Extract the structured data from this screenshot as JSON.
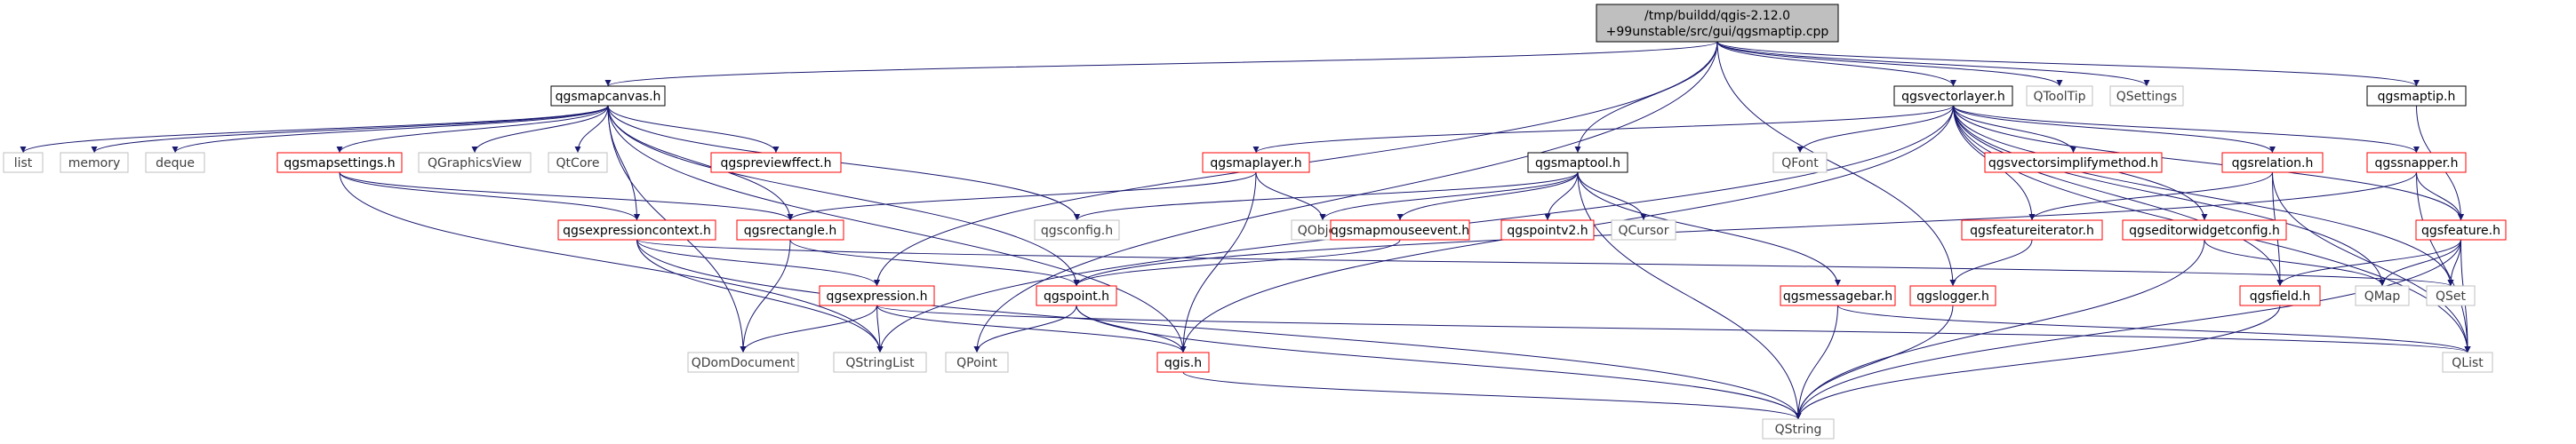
{
  "colors": {
    "root_fill": "#bfbfbf",
    "black_border": "#000000",
    "red_border": "#ff0000",
    "grey_border": "#bfbfbf",
    "grey_text": "#404040",
    "edge": "#191970"
  },
  "nodes": [
    {
      "id": "root",
      "lines": [
        "/tmp/buildd/qgis-2.12.0",
        "+99unstable/src/gui/qgsmaptip.cpp"
      ],
      "style": "root"
    },
    {
      "id": "qgsmapcanvas",
      "lines": [
        "qgsmapcanvas.h"
      ],
      "style": "black"
    },
    {
      "id": "qgsvectorlayer",
      "lines": [
        "qgsvectorlayer.h"
      ],
      "style": "black"
    },
    {
      "id": "qgsmaptip_h",
      "lines": [
        "qgsmaptip.h"
      ],
      "style": "black"
    },
    {
      "id": "qtooltip",
      "lines": [
        "QToolTip"
      ],
      "style": "grey"
    },
    {
      "id": "qsettings",
      "lines": [
        "QSettings"
      ],
      "style": "grey"
    },
    {
      "id": "list",
      "lines": [
        "list"
      ],
      "style": "grey"
    },
    {
      "id": "memory",
      "lines": [
        "memory"
      ],
      "style": "grey"
    },
    {
      "id": "deque",
      "lines": [
        "deque"
      ],
      "style": "grey"
    },
    {
      "id": "qgsmapsettings",
      "lines": [
        "qgsmapsettings.h"
      ],
      "style": "red"
    },
    {
      "id": "qgraphicsview",
      "lines": [
        "QGraphicsView"
      ],
      "style": "grey"
    },
    {
      "id": "qtcore",
      "lines": [
        "QtCore"
      ],
      "style": "grey"
    },
    {
      "id": "qgspreviewffect",
      "lines": [
        "qgspreviewffect.h"
      ],
      "style": "red"
    },
    {
      "id": "qgsmaplayer",
      "lines": [
        "qgsmaplayer.h"
      ],
      "style": "red"
    },
    {
      "id": "qgsmaptool",
      "lines": [
        "qgsmaptool.h"
      ],
      "style": "black"
    },
    {
      "id": "qfont",
      "lines": [
        "QFont"
      ],
      "style": "grey"
    },
    {
      "id": "qgsvectorsimplify",
      "lines": [
        "qgsvectorsimplifymethod.h"
      ],
      "style": "red"
    },
    {
      "id": "qgsrelation",
      "lines": [
        "qgsrelation.h"
      ],
      "style": "red"
    },
    {
      "id": "qgssnapper",
      "lines": [
        "qgssnapper.h"
      ],
      "style": "red"
    },
    {
      "id": "qgsexpressioncontext",
      "lines": [
        "qgsexpressioncontext.h"
      ],
      "style": "red"
    },
    {
      "id": "qgsrectangle",
      "lines": [
        "qgsrectangle.h"
      ],
      "style": "red"
    },
    {
      "id": "qgsconfig",
      "lines": [
        "qgsconfig.h"
      ],
      "style": "grey"
    },
    {
      "id": "qobject",
      "lines": [
        "QObject"
      ],
      "style": "grey"
    },
    {
      "id": "qgsmapmouseevent",
      "lines": [
        "qgsmapmouseevent.h"
      ],
      "style": "red"
    },
    {
      "id": "qgspointv2",
      "lines": [
        "qgspointv2.h"
      ],
      "style": "red"
    },
    {
      "id": "qcursor",
      "lines": [
        "QCursor"
      ],
      "style": "grey"
    },
    {
      "id": "qgsfeatureiterator",
      "lines": [
        "qgsfeatureiterator.h"
      ],
      "style": "red"
    },
    {
      "id": "qgseditorwidgetconfig",
      "lines": [
        "qgseditorwidgetconfig.h"
      ],
      "style": "red"
    },
    {
      "id": "qgsfeature",
      "lines": [
        "qgsfeature.h"
      ],
      "style": "red"
    },
    {
      "id": "qgsexpression",
      "lines": [
        "qgsexpression.h"
      ],
      "style": "red"
    },
    {
      "id": "qgspoint",
      "lines": [
        "qgspoint.h"
      ],
      "style": "red"
    },
    {
      "id": "qgsmessagebar",
      "lines": [
        "qgsmessagebar.h"
      ],
      "style": "red"
    },
    {
      "id": "qgslogger",
      "lines": [
        "qgslogger.h"
      ],
      "style": "red"
    },
    {
      "id": "qmap",
      "lines": [
        "QMap"
      ],
      "style": "grey"
    },
    {
      "id": "qset",
      "lines": [
        "QSet"
      ],
      "style": "grey"
    },
    {
      "id": "qgsfield",
      "lines": [
        "qgsfield.h"
      ],
      "style": "red"
    },
    {
      "id": "qdomdocument",
      "lines": [
        "QDomDocument"
      ],
      "style": "grey"
    },
    {
      "id": "qstringlist",
      "lines": [
        "QStringList"
      ],
      "style": "grey"
    },
    {
      "id": "qpoint",
      "lines": [
        "QPoint"
      ],
      "style": "grey"
    },
    {
      "id": "qgis",
      "lines": [
        "qgis.h"
      ],
      "style": "red"
    },
    {
      "id": "qlist",
      "lines": [
        "QList"
      ],
      "style": "grey"
    },
    {
      "id": "qstring",
      "lines": [
        "QString"
      ],
      "style": "grey"
    }
  ],
  "edges": [
    [
      "root",
      "qgsmapcanvas"
    ],
    [
      "root",
      "qgsvectorlayer"
    ],
    [
      "root",
      "qgsmaptip_h"
    ],
    [
      "root",
      "qtooltip"
    ],
    [
      "root",
      "qsettings"
    ],
    [
      "root",
      "qgsmaptool"
    ],
    [
      "root",
      "qgsexpression"
    ],
    [
      "root",
      "qgslogger"
    ],
    [
      "root",
      "qpoint"
    ],
    [
      "qgsmapcanvas",
      "list"
    ],
    [
      "qgsmapcanvas",
      "memory"
    ],
    [
      "qgsmapcanvas",
      "deque"
    ],
    [
      "qgsmapcanvas",
      "qgsmapsettings"
    ],
    [
      "qgsmapcanvas",
      "qgraphicsview"
    ],
    [
      "qgsmapcanvas",
      "qtcore"
    ],
    [
      "qgsmapcanvas",
      "qgspreviewffect"
    ],
    [
      "qgsmapcanvas",
      "qgsexpressioncontext"
    ],
    [
      "qgsmapcanvas",
      "qgsrectangle"
    ],
    [
      "qgsmapcanvas",
      "qgsconfig"
    ],
    [
      "qgsmapcanvas",
      "qgspoint"
    ],
    [
      "qgsmapcanvas",
      "qgis"
    ],
    [
      "qgsmapcanvas",
      "qdomdocument"
    ],
    [
      "qgsvectorlayer",
      "qgsmaplayer"
    ],
    [
      "qgsvectorlayer",
      "qfont"
    ],
    [
      "qgsvectorlayer",
      "qgsvectorsimplify"
    ],
    [
      "qgsvectorlayer",
      "qgsrelation"
    ],
    [
      "qgsvectorlayer",
      "qgssnapper"
    ],
    [
      "qgsvectorlayer",
      "qgsfeatureiterator"
    ],
    [
      "qgsvectorlayer",
      "qgseditorwidgetconfig"
    ],
    [
      "qgsvectorlayer",
      "qgsfeature"
    ],
    [
      "qgsvectorlayer",
      "qgsfield"
    ],
    [
      "qgsvectorlayer",
      "qmap"
    ],
    [
      "qgsvectorlayer",
      "qset"
    ],
    [
      "qgsvectorlayer",
      "qlist"
    ],
    [
      "qgsvectorlayer",
      "qgis"
    ],
    [
      "qgsvectorlayer",
      "qstringlist"
    ],
    [
      "qgsmaptip_h",
      "qgsfeature"
    ],
    [
      "qgsmapsettings",
      "qgsrectangle"
    ],
    [
      "qgsmapsettings",
      "qgsexpressioncontext"
    ],
    [
      "qgsmapsettings",
      "qstringlist"
    ],
    [
      "qgsmaplayer",
      "qgsrectangle"
    ],
    [
      "qgsmaplayer",
      "qobject"
    ],
    [
      "qgsmaplayer",
      "qgis"
    ],
    [
      "qgsmaptool",
      "qgsconfig"
    ],
    [
      "qgsmaptool",
      "qobject"
    ],
    [
      "qgsmaptool",
      "qgsmapmouseevent"
    ],
    [
      "qgsmaptool",
      "qgspointv2"
    ],
    [
      "qgsmaptool",
      "qcursor"
    ],
    [
      "qgsmaptool",
      "qgsmessagebar"
    ],
    [
      "qgsmaptool",
      "qstring"
    ],
    [
      "qgsrelation",
      "qgsfeatureiterator"
    ],
    [
      "qgsrelation",
      "qgsfield"
    ],
    [
      "qgsrelation",
      "qlist"
    ],
    [
      "qgssnapper",
      "qgsfeature"
    ],
    [
      "qgssnapper",
      "qgspoint"
    ],
    [
      "qgssnapper",
      "qlist"
    ],
    [
      "qgsexpressioncontext",
      "qgsexpression"
    ],
    [
      "qgsexpressioncontext",
      "qstringlist"
    ],
    [
      "qgsexpressioncontext",
      "qset"
    ],
    [
      "qgsexpressioncontext",
      "qstring"
    ],
    [
      "qgsrectangle",
      "qgspoint"
    ],
    [
      "qgsrectangle",
      "qdomdocument"
    ],
    [
      "qgsmapmouseevent",
      "qgspoint"
    ],
    [
      "qgsfeatureiterator",
      "qgslogger"
    ],
    [
      "qgseditorwidgetconfig",
      "qmap"
    ],
    [
      "qgseditorwidgetconfig",
      "qstring"
    ],
    [
      "qgsfeature",
      "qgsfield"
    ],
    [
      "qgsfeature",
      "qmap"
    ],
    [
      "qgsfeature",
      "qset"
    ],
    [
      "qgsfeature",
      "qlist"
    ],
    [
      "qgsfeature",
      "qstring"
    ],
    [
      "qgsexpression",
      "qgis"
    ],
    [
      "qgsexpression",
      "qstringlist"
    ],
    [
      "qgsexpression",
      "qdomdocument"
    ],
    [
      "qgsexpression",
      "qlist"
    ],
    [
      "qgspoint",
      "qpoint"
    ],
    [
      "qgspoint",
      "qgis"
    ],
    [
      "qgspoint",
      "qstring"
    ],
    [
      "qgsmessagebar",
      "qlist"
    ],
    [
      "qgsmessagebar",
      "qstring"
    ],
    [
      "qgslogger",
      "qstring"
    ],
    [
      "qgsfield",
      "qstring"
    ],
    [
      "qgis",
      "qstring"
    ]
  ]
}
